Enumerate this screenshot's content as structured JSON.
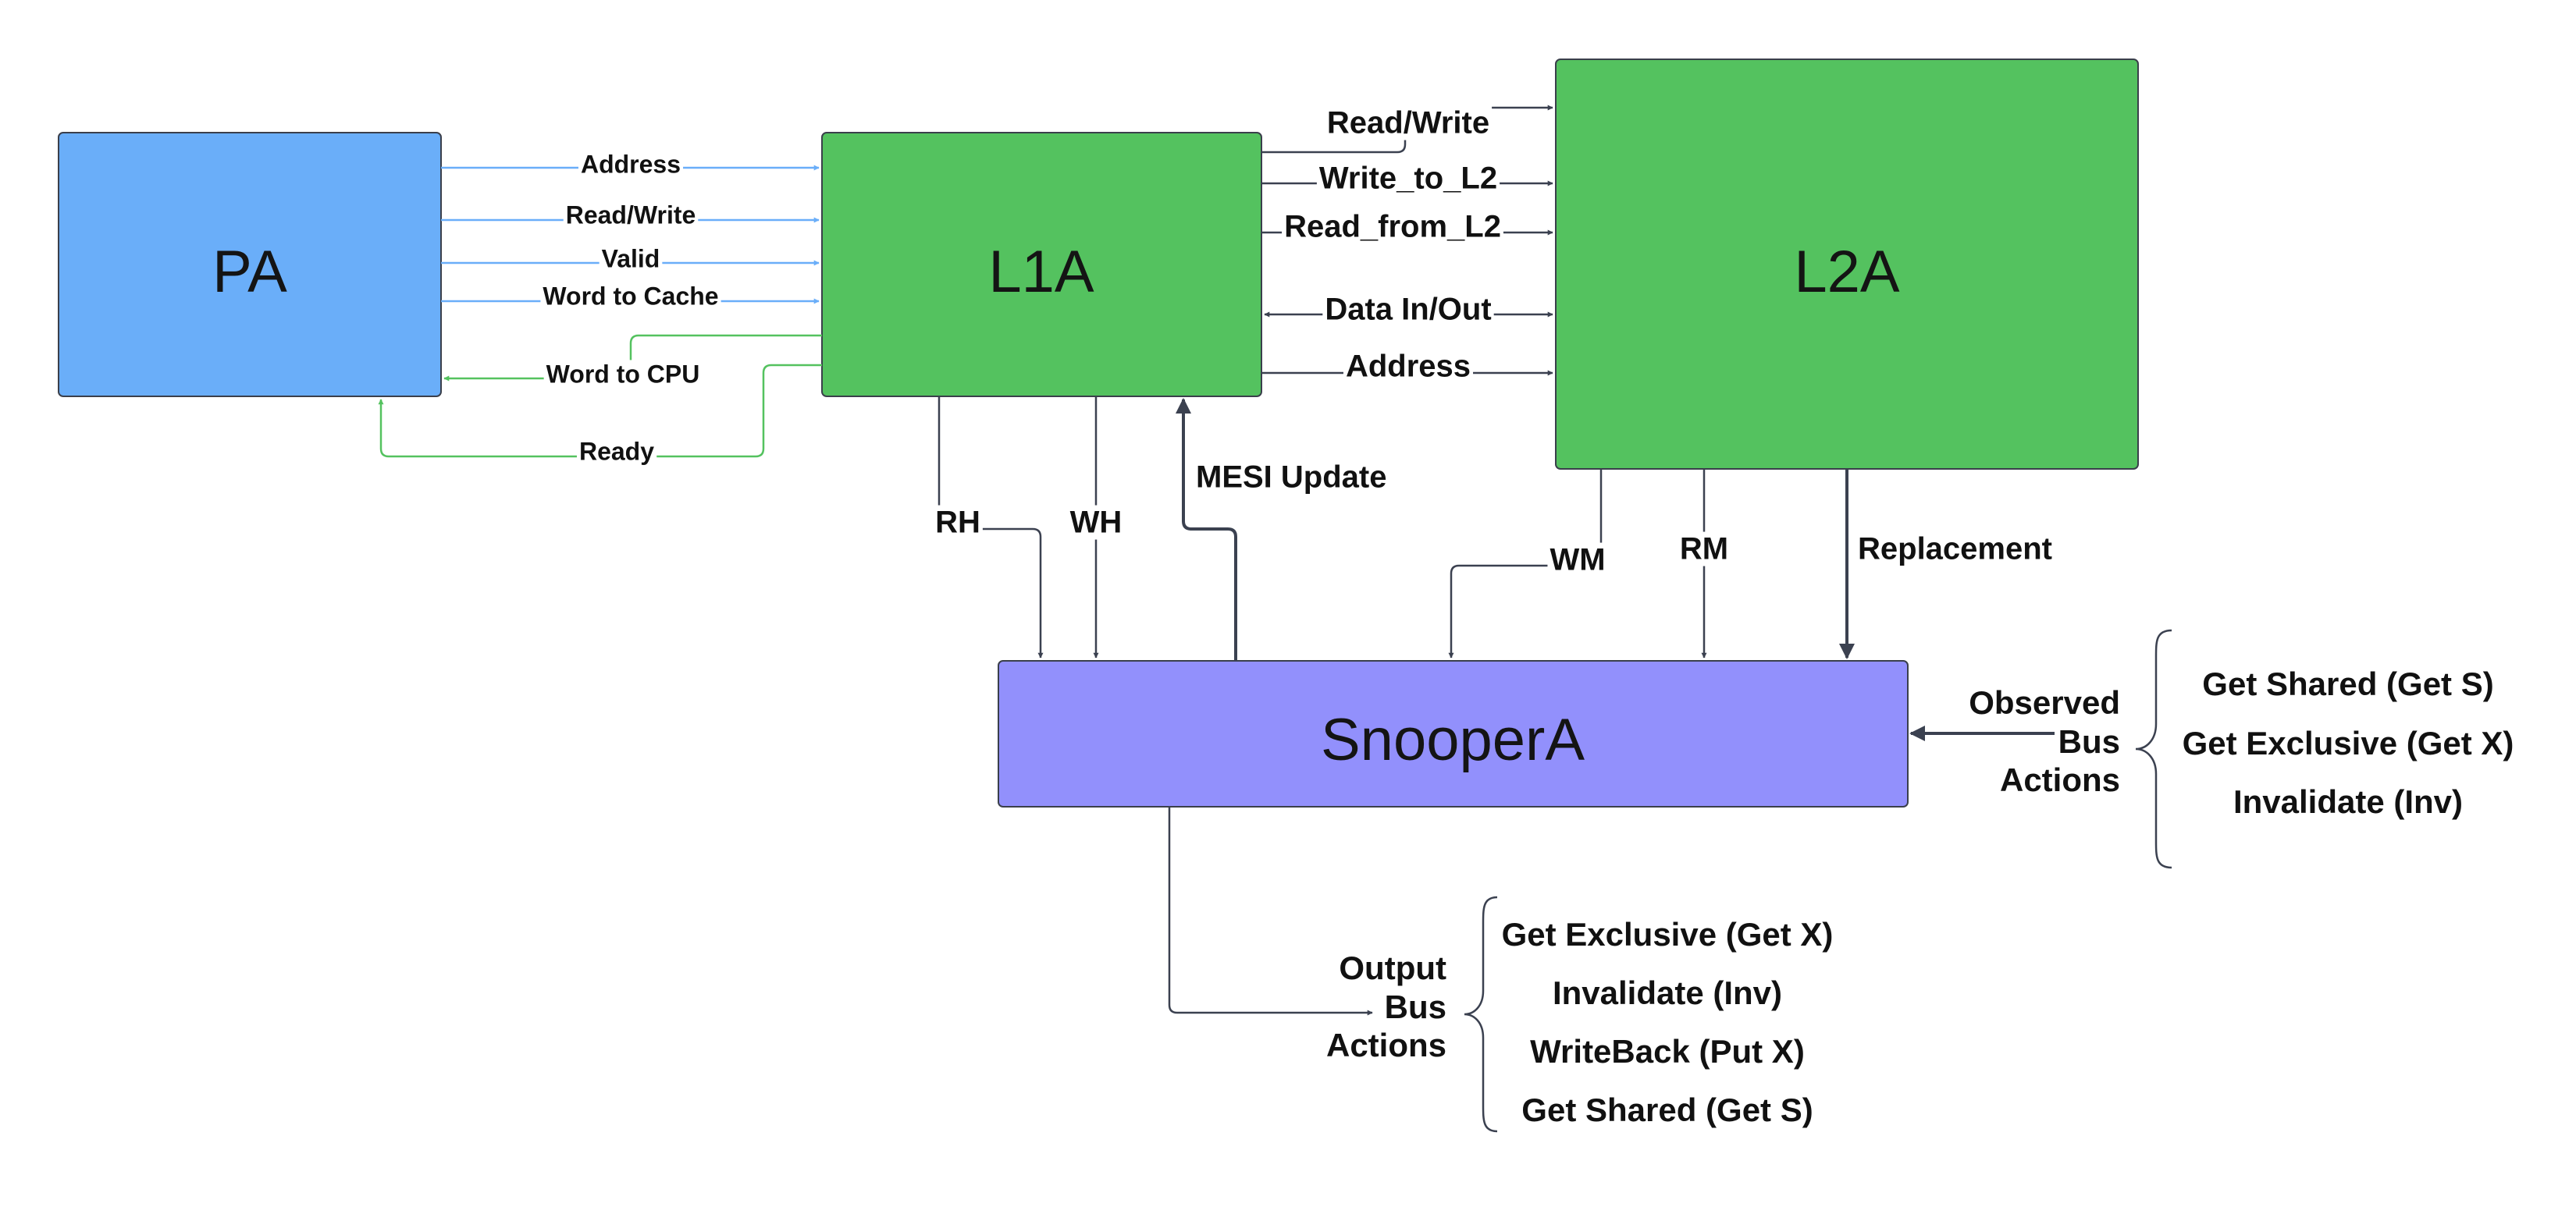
{
  "blocks": {
    "pa": "PA",
    "l1a": "L1A",
    "l2a": "L2A",
    "snooper": "SnooperA"
  },
  "pa_l1_signals": {
    "address": "Address",
    "read_write": "Read/Write",
    "valid": "Valid",
    "word_to_cache": "Word to Cache",
    "word_to_cpu": "Word to CPU",
    "ready": "Ready"
  },
  "l1_l2_signals": {
    "read_write": "Read/Write",
    "write_to_l2": "Write_to_L2",
    "read_from_l2": "Read_from_L2",
    "data_in_out": "Data In/Out",
    "address": "Address"
  },
  "l1_snooper_signals": {
    "rh": "RH",
    "wh": "WH",
    "mesi_update": "MESI Update"
  },
  "l2_snooper_signals": {
    "wm": "WM",
    "rm": "RM",
    "replacement": "Replacement"
  },
  "observed_bus": {
    "label_lines": [
      "Observed",
      "Bus",
      "Actions"
    ],
    "items": [
      "Get Shared (Get S)",
      "Get Exclusive (Get X)",
      "Invalidate (Inv)"
    ]
  },
  "output_bus": {
    "label_lines": [
      "Output",
      "Bus",
      "Actions"
    ],
    "items": [
      "Get Exclusive (Get X)",
      "Invalidate (Inv)",
      "WriteBack (Put X)",
      "Get Shared (Get S)"
    ]
  },
  "colors": {
    "pa_fill": "#6aaef9",
    "l1_l2_fill": "#54c25f",
    "snooper_fill": "#9290fc",
    "block_border": "#3a3f4b",
    "blue_wire": "#6aaef9",
    "green_wire": "#54c25f",
    "dark_wire": "#3b4150"
  }
}
